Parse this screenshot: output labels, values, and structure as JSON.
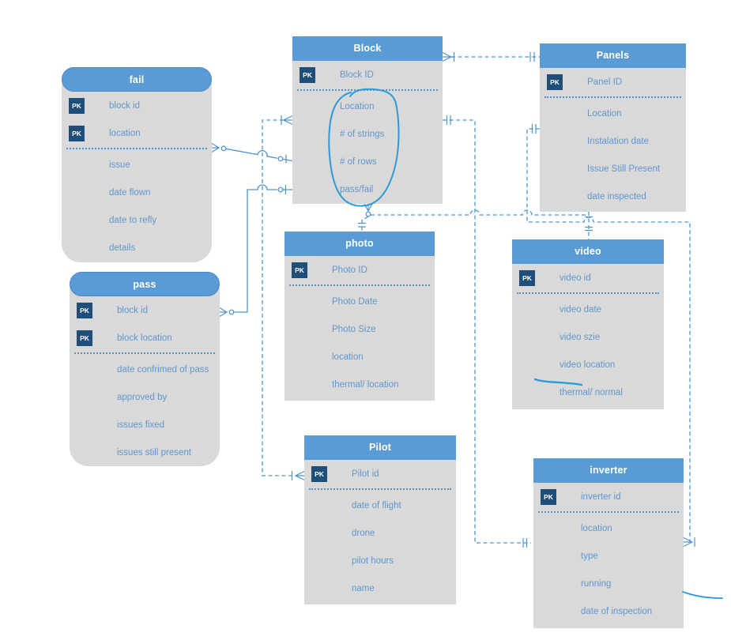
{
  "pk_label": "PK",
  "colors": {
    "c-header": "#5b9bd5",
    "c-header-text": "#ffffff",
    "c-body": "#d9d9d9",
    "c-pk": "#1f4e79",
    "c-text": "#6096cd",
    "c-line": "#4f93cd",
    "c-ink": "#2d9ad8"
  },
  "tables": [
    {
      "title": "fail",
      "fields": [
        {
          "label": "block id",
          "pk": true
        },
        {
          "label": "location",
          "pk": true
        },
        {
          "label": "issue",
          "pk": false
        },
        {
          "label": "date flown",
          "pk": false
        },
        {
          "label": "date to refly",
          "pk": false
        },
        {
          "label": "details",
          "pk": false
        }
      ]
    },
    {
      "title": "pass",
      "fields": [
        {
          "label": "block id",
          "pk": true
        },
        {
          "label": "block location",
          "pk": true
        },
        {
          "label": "date confrimed of pass",
          "pk": false
        },
        {
          "label": "approved by",
          "pk": false
        },
        {
          "label": "issues fixed",
          "pk": false
        },
        {
          "label": "issues still present",
          "pk": false
        }
      ]
    },
    {
      "title": "Block",
      "fields": [
        {
          "label": "Block ID",
          "pk": true
        },
        {
          "label": "Location",
          "pk": false
        },
        {
          "label": "# of strings",
          "pk": false
        },
        {
          "label": "# of rows",
          "pk": false
        },
        {
          "label": "pass/fail",
          "pk": false
        }
      ]
    },
    {
      "title": "photo",
      "fields": [
        {
          "label": "Photo ID",
          "pk": true
        },
        {
          "label": "Photo Date",
          "pk": false
        },
        {
          "label": "Photo Size",
          "pk": false
        },
        {
          "label": "location",
          "pk": false
        },
        {
          "label": "thermal/ location",
          "pk": false
        }
      ]
    },
    {
      "title": "Pilot",
      "fields": [
        {
          "label": "Pilot id",
          "pk": true
        },
        {
          "label": "date of flight",
          "pk": false
        },
        {
          "label": "drone",
          "pk": false
        },
        {
          "label": "pilot hours",
          "pk": false
        },
        {
          "label": "name",
          "pk": false
        }
      ]
    },
    {
      "title": "Panels",
      "fields": [
        {
          "label": "Panel ID",
          "pk": true
        },
        {
          "label": "Location",
          "pk": false
        },
        {
          "label": "Instalation date",
          "pk": false
        },
        {
          "label": "Issue Still Present",
          "pk": false
        },
        {
          "label": "date inspected",
          "pk": false
        }
      ]
    },
    {
      "title": "video",
      "fields": [
        {
          "label": "video id",
          "pk": true
        },
        {
          "label": "video date",
          "pk": false
        },
        {
          "label": "video szie",
          "pk": false
        },
        {
          "label": "video location",
          "pk": false
        },
        {
          "label": "thermal/ normal",
          "pk": false
        }
      ]
    },
    {
      "title": "inverter",
      "fields": [
        {
          "label": "inverter id",
          "pk": true
        },
        {
          "label": "location",
          "pk": false
        },
        {
          "label": "type",
          "pk": false
        },
        {
          "label": "running",
          "pk": false
        },
        {
          "label": "date of inspection",
          "pk": false
        }
      ]
    }
  ]
}
